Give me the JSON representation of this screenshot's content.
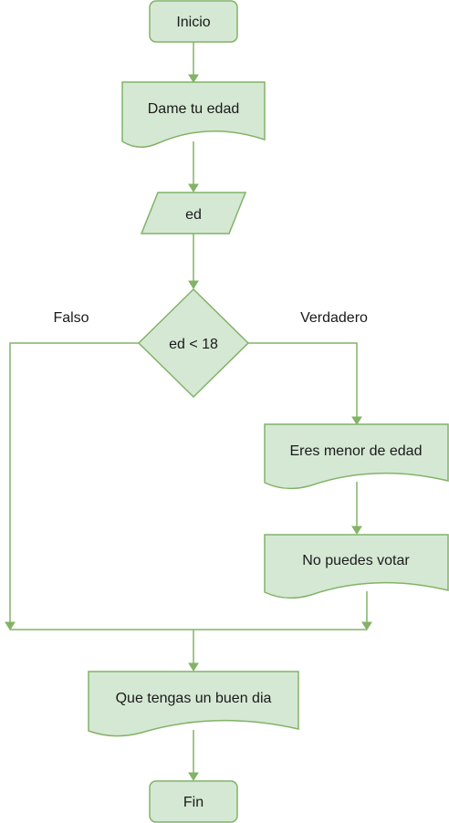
{
  "diagram": {
    "nodes": {
      "start": "Inicio",
      "prompt": "Dame tu edad",
      "input": "ed",
      "decision": "ed < 18",
      "minor": "Eres menor de edad",
      "cannot_vote": "No puedes votar",
      "goodbye": "Que tengas un buen dia",
      "end": "Fin"
    },
    "edge_labels": {
      "false": "Falso",
      "true": "Verdadero"
    },
    "colors": {
      "fill": "#d5e8d4",
      "stroke": "#82b366"
    }
  }
}
